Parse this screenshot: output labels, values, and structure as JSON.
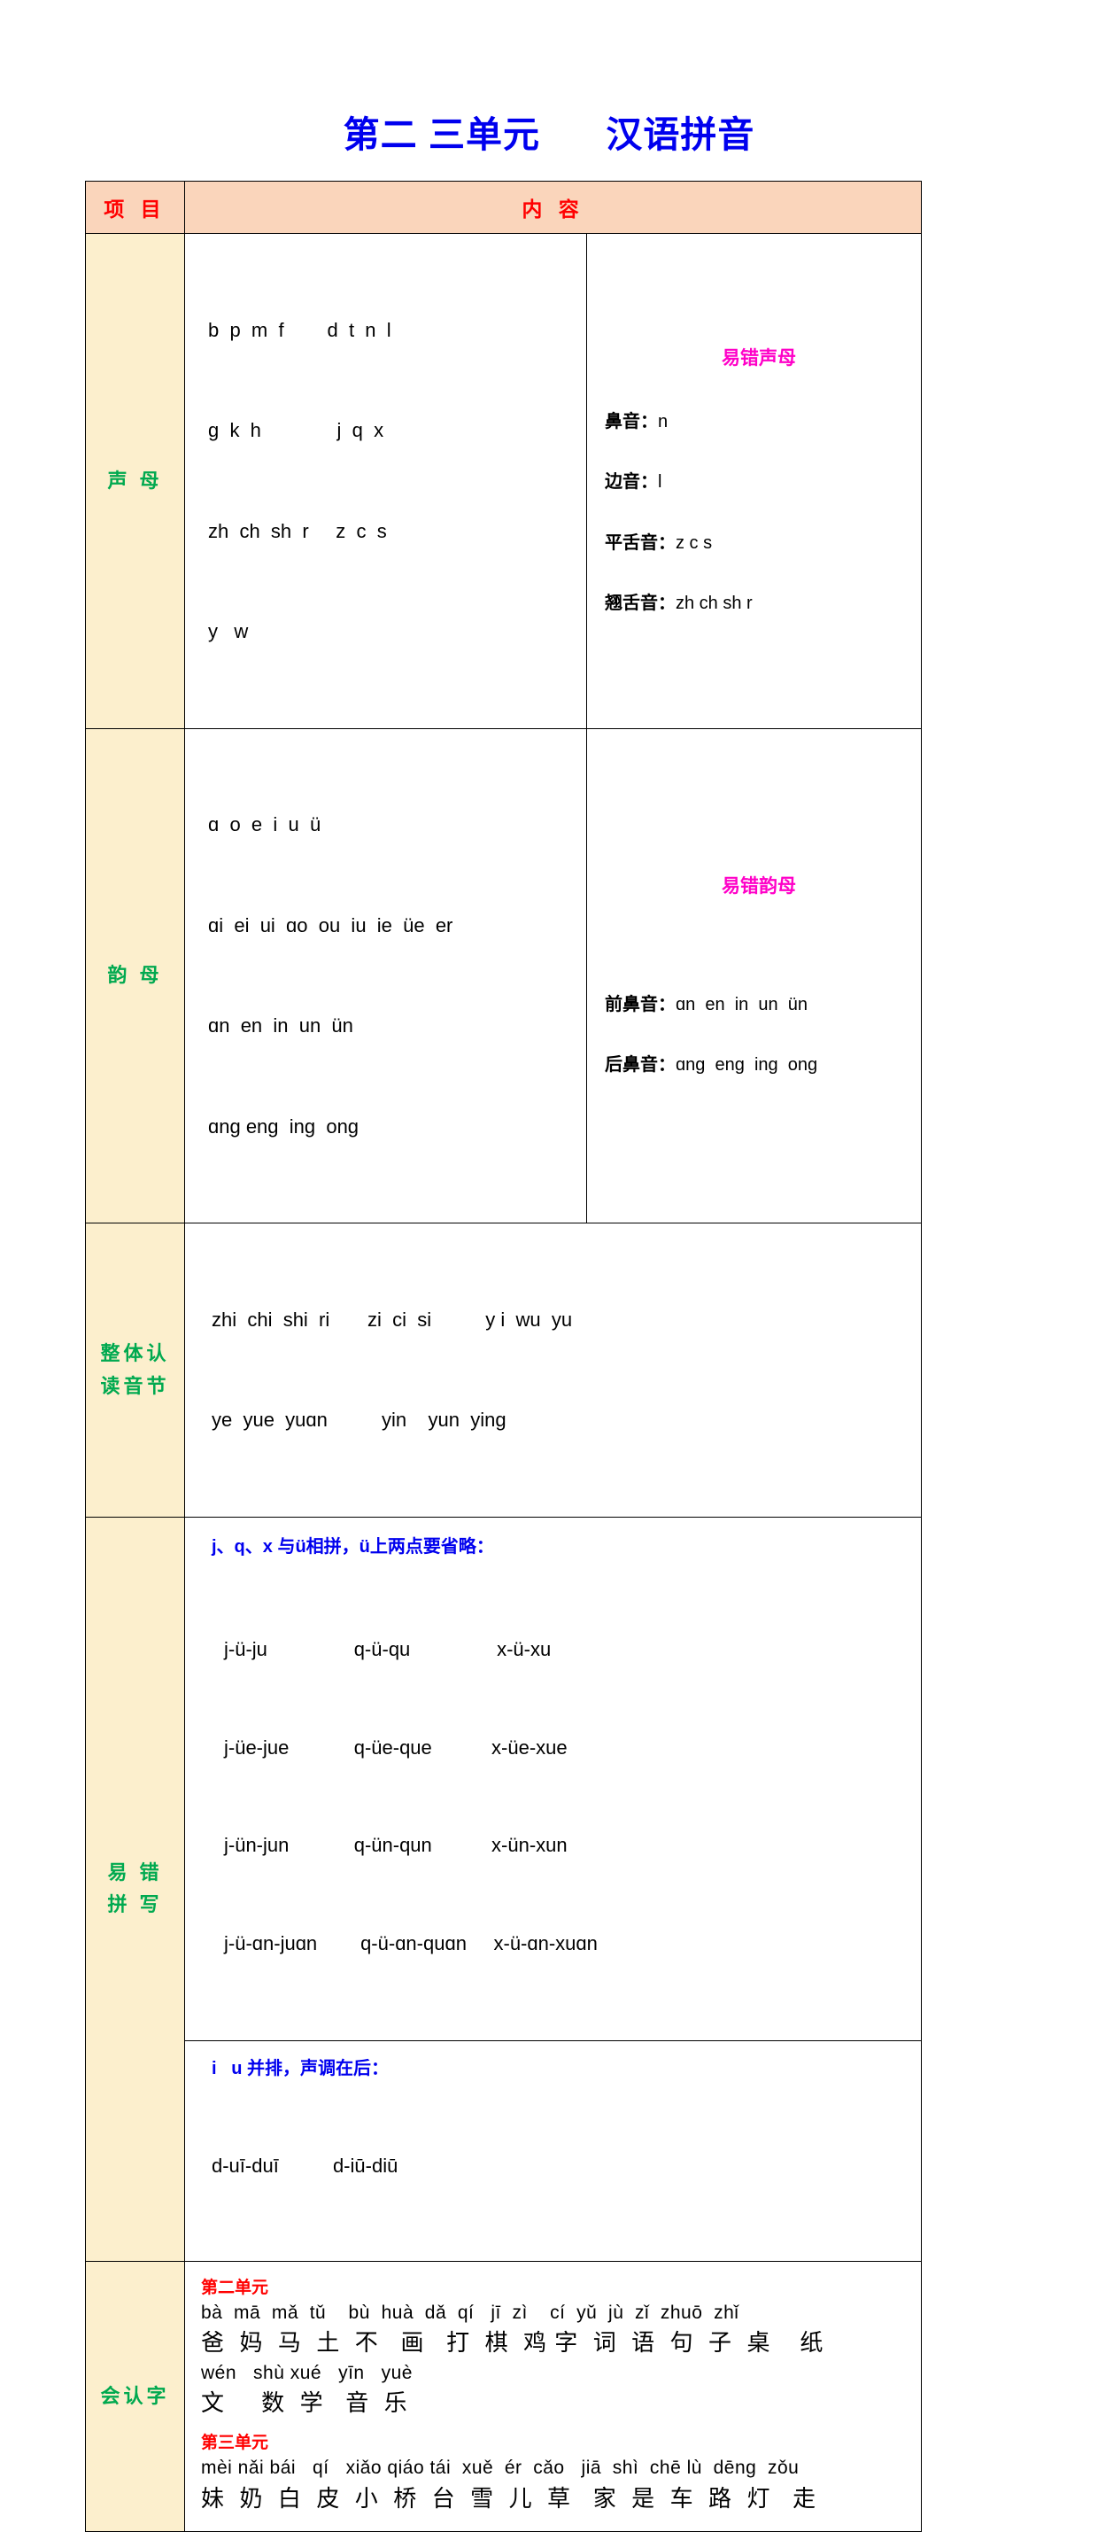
{
  "title": "第二 三单元      汉语拼音",
  "table": {
    "header": {
      "col_item": "项    目",
      "col_content": "内      容"
    },
    "rows": {
      "shengmu": {
        "label_line1": "声  母",
        "left_lines": [
          "b  p  m  f        d  t  n  l",
          "g  k  h              j  q  x",
          "zh  ch  sh  r     z  c  s",
          "y   w"
        ],
        "right_title": "易错声母",
        "right_items": [
          {
            "name": "鼻音：",
            "value": "n"
          },
          {
            "name": "边音：",
            "value": "l"
          },
          {
            "name": "平舌音：",
            "value": "z c s"
          },
          {
            "name": "翘舌音：",
            "value": "zh ch sh r"
          }
        ]
      },
      "yunmu": {
        "label_line1": "韵  母",
        "left_lines": [
          "ɑ  o  e  i  u  ü",
          "ɑi  ei  ui  ɑo  ou  iu  ie  üe  er",
          "ɑn  en  in  un  ün",
          "ɑng eng  ing  ong"
        ],
        "right_title": "易错韵母",
        "right_items": [
          {
            "name": "前鼻音：",
            "value": "ɑn  en  in  un  ün"
          },
          {
            "name": "后鼻音：",
            "value": "ɑng  eng  ing  ong"
          }
        ]
      },
      "zhengti": {
        "label_line1": "整体认",
        "label_line2": "读音节",
        "lines": [
          "zhi  chi  shi  ri       zi  ci  si          y i  wu  yu",
          "ye  yue  yuɑn          yin    yun  ying"
        ]
      },
      "yicuo": {
        "label_line1": "易  错",
        "label_line2": "拼  写",
        "block1": {
          "heading": "j、q、x 与ü相拼，ü上两点要省略：",
          "lines": [
            "j-ü-ju                q-ü-qu                x-ü-xu",
            "j-üe-jue            q-üe-que           x-üe-xue",
            "j-ün-jun            q-ün-qun           x-ün-xun",
            "j-ü-ɑn-juɑn        q-ü-ɑn-quɑn     x-ü-ɑn-xuɑn"
          ]
        },
        "block2": {
          "heading": "i   u 并排，声调在后：",
          "lines": [
            "d-uī-duī          d-iū-diū"
          ]
        }
      },
      "huirenzi": {
        "label_line1": "会认字",
        "unit2": {
          "heading": "第二单元",
          "pinyin1": "bà  mā  mǎ  tǔ    bù  huà  dǎ  qí   jī  zì    cí  yǔ  jù  zǐ  zhuō  zhǐ",
          "hanzi1": "爸  妈  马  土  不   画   打  棋  鸡 字  词  语  句  子  桌    纸",
          "pinyin2": "wén   shù xué   yīn   yuè",
          "hanzi2": "文     数  学   音  乐"
        },
        "unit3": {
          "heading": "第三单元",
          "pinyin1": "mèi nǎi bái   qí   xiǎo qiáo tái  xuě  ér  cǎo   jiā  shì  chē lù  dēng  zǒu",
          "hanzi1": "妹  奶  白  皮  小  桥  台  雪  儿  草   家  是  车  路  灯   走"
        }
      }
    }
  }
}
